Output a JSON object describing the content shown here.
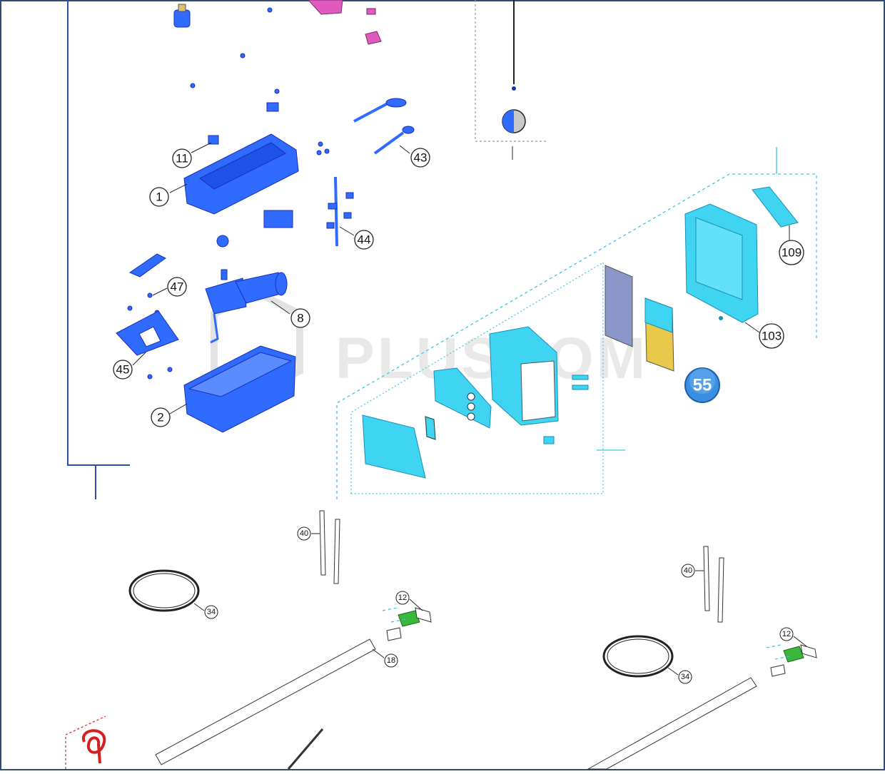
{
  "watermark": "PLUSCOM",
  "badge": "55",
  "callouts": {
    "c11": "11",
    "c1": "1",
    "c43": "43",
    "c44": "44",
    "c47": "47",
    "c8": "8",
    "c45": "45",
    "c2": "2",
    "c109": "109",
    "c103": "103",
    "c40a": "40",
    "c12a": "12",
    "c34a": "34",
    "c18": "18",
    "c40b": "40",
    "c12b": "12",
    "c34b": "34"
  },
  "colors": {
    "motor_parts": "#2f6bff",
    "control_unit": "#3fd5f2",
    "board_yellow": "#e9c94a",
    "bracket_green": "#3bb83b",
    "cable_red": "#d42020",
    "frame_line": "#2e4fa8"
  }
}
